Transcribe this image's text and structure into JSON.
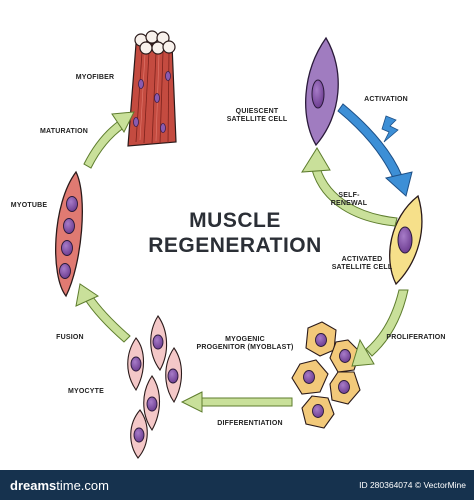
{
  "title": {
    "line1": "MUSCLE",
    "line2": "REGENERATION"
  },
  "stages": {
    "myofiber": "MYOFIBER",
    "quiescent_line1": "QUIESCENT",
    "quiescent_line2": "SATELLITE CELL",
    "activated_line1": "ACTIVATED",
    "activated_line2": "SATELLITE CELL",
    "myoblast_line1": "MYOGENIC",
    "myoblast_line2": "PROGENITOR (MYOBLAST)",
    "myocyte": "MYOCYTE",
    "myotube": "MYOTUBE"
  },
  "processes": {
    "activation": "ACTIVATION",
    "self_renewal_line1": "SELF-",
    "self_renewal_line2": "RENEWAL",
    "proliferation": "PROLIFERATION",
    "differentiation": "DIFFERENTIATION",
    "fusion": "FUSION",
    "maturation": "MATURATION"
  },
  "footer": {
    "brand_prefix": "dreams",
    "brand_suffix": "time.com",
    "id_text": "ID 280364074 © VectorMine"
  },
  "colors": {
    "arrow_green_fill": "#c9e09a",
    "arrow_green_stroke": "#5e7d2e",
    "arrow_blue_fill": "#3d8fd6",
    "arrow_blue_stroke": "#1d4f86",
    "quiescent_cell": "#a07cc0",
    "nucleus": "#7b4a9e",
    "activated_cell": "#f6e08a",
    "myoblast_cell": "#f2c97a",
    "myocyte_cell": "#f4c8c8",
    "myotube_cell": "#e07a72",
    "myofiber": "#c5473e",
    "footer_bg": "#16324e"
  }
}
